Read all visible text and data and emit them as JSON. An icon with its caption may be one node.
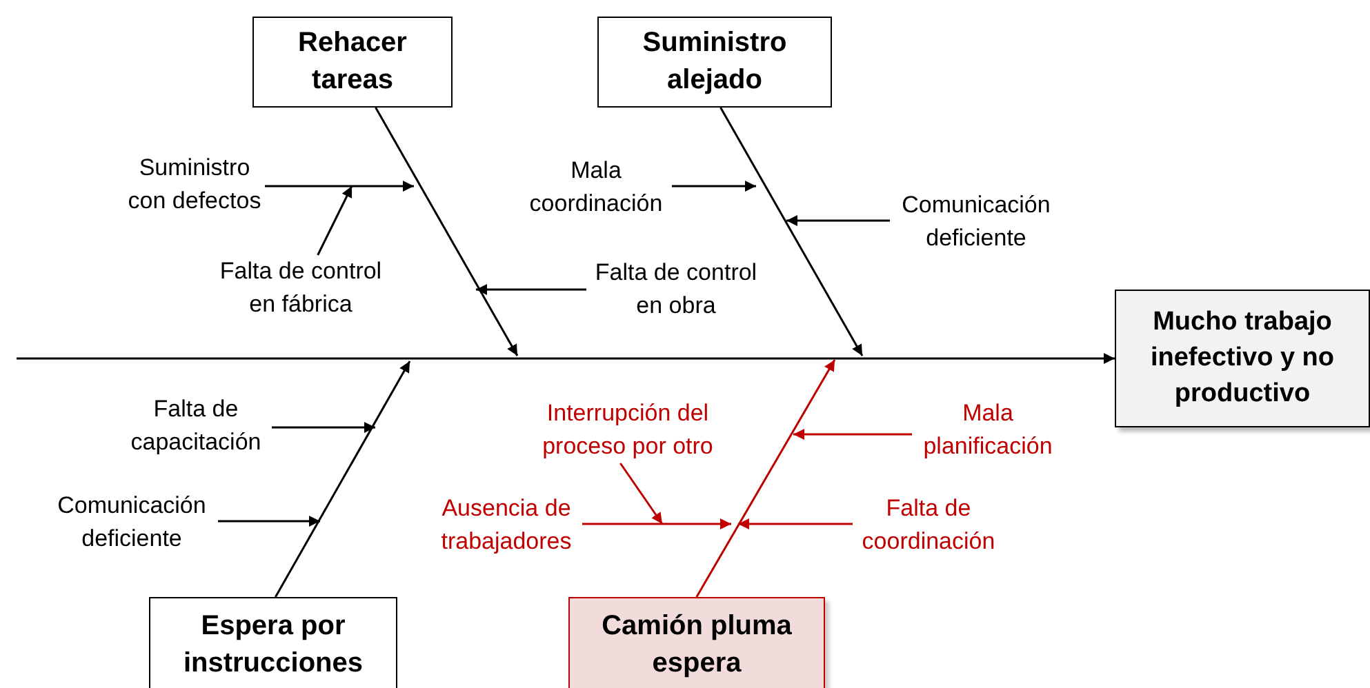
{
  "diagram": {
    "nodes": [
      {
        "text": [
          "Mucho trabajo inefectivo y no productivo"
        ]
      },
      {
        "text": [
          "Rehacer tareas"
        ]
      },
      {
        "text": [
          "Suministro alejado"
        ]
      },
      {
        "text": [
          "Espera por instrucciones"
        ]
      },
      {
        "text": [
          "Camión pluma espera"
        ]
      },
      {
        "text": [
          "Suministro con defectos"
        ]
      },
      {
        "text": [
          "Falta de control en fábrica"
        ]
      },
      {
        "text": [
          "Falta de control en obra"
        ]
      },
      {
        "text": [
          "Mala coordinación"
        ]
      },
      {
        "text": [
          "Comunicación deficiente"
        ]
      },
      {
        "text": [
          "Falta de capacitación"
        ]
      },
      {
        "text": [
          "Comunicación deficiente"
        ]
      },
      {
        "text": [
          "Interrupción del proceso por otro"
        ]
      },
      {
        "text": [
          "Ausencia de trabajadores"
        ]
      },
      {
        "text": [
          "Mala planificación"
        ]
      },
      {
        "text": [
          "Falta de coordinación"
        ]
      }
    ],
    "edges": [
      {
        "from": null,
        "to": 0,
        "arrow": "to"
      },
      {
        "from": 1,
        "to": null,
        "arrow": "to"
      },
      {
        "from": 2,
        "to": null,
        "arrow": "to"
      },
      {
        "from": 3,
        "to": null,
        "arrow": "to"
      },
      {
        "from": 4,
        "to": null,
        "arrow": "to",
        "color": "#c00000"
      },
      {
        "from": 5,
        "to": null,
        "arrow": "to"
      },
      {
        "from": 6,
        "to": null,
        "arrow": "to"
      },
      {
        "from": 7,
        "to": null,
        "arrow": "to"
      },
      {
        "from": 8,
        "to": null,
        "arrow": "to"
      },
      {
        "from": 9,
        "to": null,
        "arrow": "to"
      },
      {
        "from": 10,
        "to": null,
        "arrow": "to"
      },
      {
        "from": 11,
        "to": null,
        "arrow": "to"
      },
      {
        "from": 12,
        "to": null,
        "arrow": "to",
        "color": "#c00000"
      },
      {
        "from": 13,
        "to": null,
        "arrow": "to",
        "color": "#c00000"
      },
      {
        "from": 14,
        "to": null,
        "arrow": "to",
        "color": "#c00000"
      },
      {
        "from": 15,
        "to": null,
        "arrow": "to",
        "color": "#c00000"
      }
    ]
  }
}
